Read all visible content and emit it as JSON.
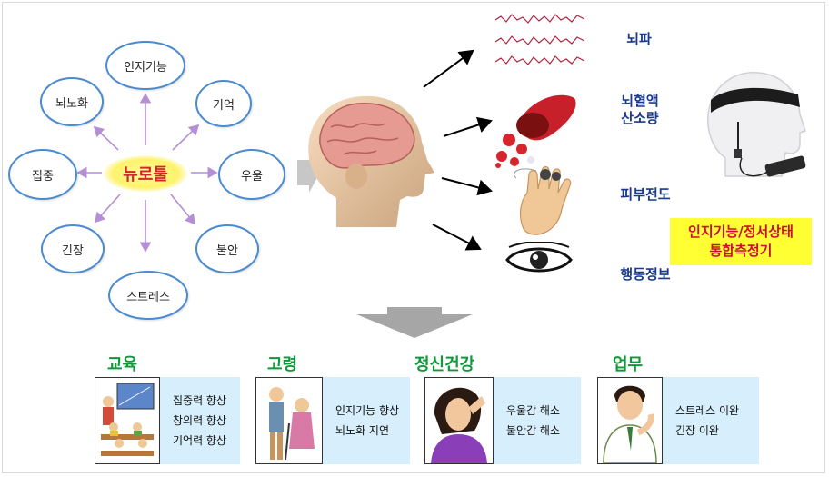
{
  "hub": {
    "center": "뉴로툴",
    "nodes": {
      "cognitive": "인지기능",
      "brain_aging": "뇌노화",
      "memory": "기억",
      "focus": "집중",
      "depression": "우울",
      "tension": "긴장",
      "anxiety": "불안",
      "stress": "스트레스"
    }
  },
  "signals": {
    "eeg": "뇌파",
    "blood_oxygen_line1": "뇌혈액",
    "blood_oxygen_line2": "산소량",
    "skin": "피부전도",
    "behavior": "행동정보"
  },
  "measure": {
    "line1": "인지기능/정서상태",
    "line2": "통합측정기"
  },
  "categories": [
    {
      "title": "교육",
      "items": [
        "집중력 향상",
        "창의력 향상",
        "기억력 향상"
      ]
    },
    {
      "title": "고령",
      "items": [
        "인지기능 향상",
        "뇌노화  지연"
      ]
    },
    {
      "title": "정신건강",
      "items": [
        "우울감 해소",
        "불안감 해소"
      ]
    },
    {
      "title": "업무",
      "items": [
        "스트레스 이완",
        "긴장 이완"
      ]
    }
  ],
  "colors": {
    "node_border": "#4a8bd0",
    "center_text": "#d0282a",
    "signal_text": "#1a3a8c",
    "measure_bg": "#ffff33",
    "measure_text": "#c8102e",
    "category_title": "#0f9a3a",
    "card_text_bg": "#d7eefc"
  }
}
